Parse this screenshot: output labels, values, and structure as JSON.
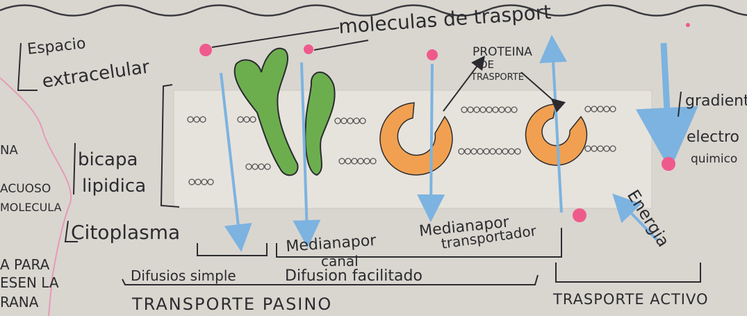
{
  "labels": {
    "extracellular": [
      "Espacio",
      "extracelular"
    ],
    "transport_molecules": "moleculas de trasport",
    "transport_protein": [
      "PROTEINA",
      "DE",
      "TRASPORTE"
    ],
    "gradient": [
      "gradient",
      "electro",
      "quimico"
    ],
    "bilayer": [
      "bicapa",
      "lipidica"
    ],
    "cytoplasm": "Citoplasma",
    "left_margin": [
      "NA",
      "ACUOSO",
      "MOLECULA",
      "A PARA",
      "ESEN LA",
      "RANA"
    ],
    "channel_mediated": [
      "Medianapor",
      "canal"
    ],
    "carrier_mediated": [
      "Medianapor",
      "transportador"
    ],
    "simple_diffusion": "Difusios simple",
    "facilitated_diffusion": "Difusion facilitado",
    "passive_transport": "TRANSPORTE PASINO",
    "energy": "Energia",
    "active_transport": "TRASPORTE ACTIVO"
  },
  "colors": {
    "background": "#d9d6cf",
    "membrane": "#e6e3dc",
    "ink": "#2b2b30",
    "channel_green": "#6cae4e",
    "carrier_orange": "#f0a050",
    "arrow_blue": "#7cb3e0",
    "molecule_pink": "#ef5a8c",
    "margin_pink": "#e79ab8"
  }
}
